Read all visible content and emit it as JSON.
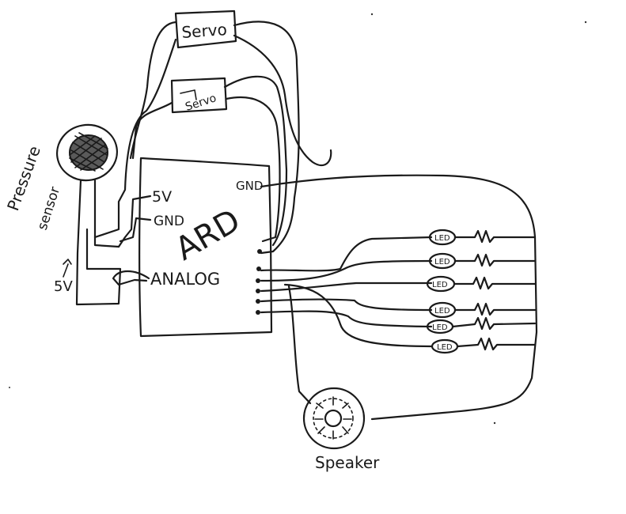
{
  "labels": {
    "servo_top": "Servo",
    "servo_bottom": "Servo",
    "pressure_sensor_line1": "Pressure",
    "pressure_sensor_line2": "sensor",
    "five_v_left": "5V",
    "arduino": "ARD",
    "pin_5v": "5V",
    "pin_gnd": "GND",
    "pin_analog": "ANALOG",
    "pin_gnd_right": "GND",
    "speaker": "Speaker",
    "led": "LED"
  },
  "leds": [
    "LED",
    "LED",
    "LED",
    "LED",
    "LED",
    "LED"
  ]
}
